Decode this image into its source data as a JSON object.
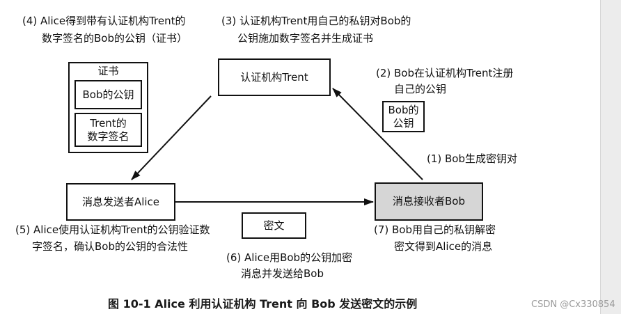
{
  "steps": {
    "step4": {
      "line1": "(4) Alice得到带有认证机构Trent的",
      "line2": "数字签名的Bob的公钥（证书）"
    },
    "step3": {
      "line1": "(3) 认证机构Trent用自己的私钥对Bob的",
      "line2": "公钥施加数字签名并生成证书"
    },
    "step2": {
      "line1": "(2) Bob在认证机构Trent注册",
      "line2": "自己的公钥"
    },
    "step1": {
      "line1": "(1) Bob生成密钥对"
    },
    "step5": {
      "line1": "(5) Alice使用认证机构Trent的公钥验证数",
      "line2": "字签名，确认Bob的公钥的合法性"
    },
    "step7": {
      "line1": "(7) Bob用自己的私钥解密",
      "line2": "密文得到Alice的消息"
    },
    "step6": {
      "line1": "(6) Alice用Bob的公钥加密",
      "line2": "消息并发送给Bob"
    }
  },
  "nodes": {
    "trent": "认证机构Trent",
    "alice": "消息发送者Alice",
    "bob": "消息接收者Bob",
    "bob_public_key": {
      "line1": "Bob的",
      "line2": "公钥"
    },
    "certificate": {
      "label": "证书",
      "public_key": "Bob的公钥",
      "signature_line1": "Trent的",
      "signature_line2": "数字签名"
    },
    "ciphertext": "密文"
  },
  "caption": "图 10-1   Alice 利用认证机构 Trent 向 Bob 发送密文的示例",
  "watermark": "CSDN @Cx330854",
  "colors": {
    "stroke": "#111111",
    "receiver_fill": "#d6d6d6",
    "side_band": "#ececec"
  }
}
